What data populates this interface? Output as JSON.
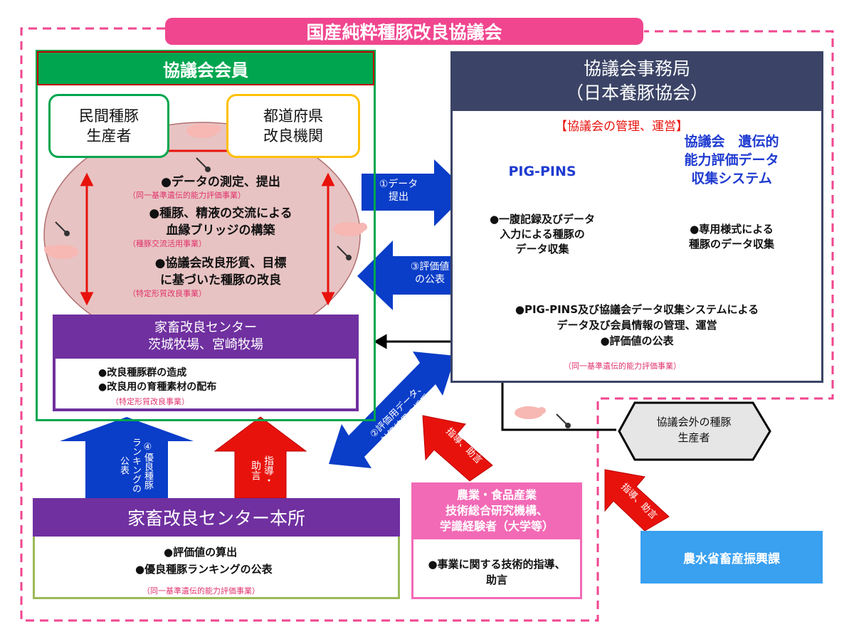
{
  "title": "国産純粋種豚改良協議会",
  "members": {
    "header": "協議会会員",
    "private_breeder": [
      "民間種豚",
      "生産者"
    ],
    "prefecture": [
      "都道府県",
      "改良機関"
    ],
    "activities": [
      {
        "text": "●データの測定、提出",
        "note": "（同一基準遺伝的能力評価事業）"
      },
      {
        "text": "●種豚、精液の交流による",
        "text2": "血縁ブリッジの構築",
        "note": "（種豚交流活用事業）"
      },
      {
        "text": "●協議会改良形質、目標",
        "text2": "に基づいた種豚の改良",
        "note": "（特定形質改良事業）"
      }
    ],
    "center": {
      "header": [
        "家畜改良センター",
        "茨城牧場、宮崎牧場"
      ],
      "items": [
        "●改良種豚群の造成",
        "●改良用の育種素材の配布"
      ],
      "note": "（特定形質改良事業）"
    }
  },
  "office": {
    "header": [
      "協議会事務局",
      "（日本養豚協会）"
    ],
    "subtitle": "【協議会の管理、運営】",
    "db1": {
      "title": "PIG-PINS",
      "desc": [
        "●一腹記録及びデータ",
        "入力による種豚の",
        "データ収集"
      ]
    },
    "db2": {
      "title": [
        "協議会　遺伝的",
        "能力評価データ",
        "収集システム"
      ],
      "desc": [
        "●専用様式による",
        "種豚のデータ収集"
      ]
    },
    "bottom": [
      "●PIG-PINS及び協議会データ収集システムによる",
      "データ及び会員情報の管理、運営",
      "●評価値の公表"
    ],
    "note": "（同一基準遺伝的能力評価事業）"
  },
  "arrows": {
    "a1": [
      "①データ",
      "提出"
    ],
    "a3": [
      "③評価値",
      "の公表"
    ],
    "a2": [
      "②評価用データ、",
      "計算結果の授受"
    ],
    "a4": [
      "④優良種豚",
      "ランキングの",
      "公表"
    ],
    "guide1": [
      "指導・",
      "助言"
    ],
    "guide2": "指導、助言",
    "guide3": "指導、助言"
  },
  "hq": {
    "header": "家畜改良センター本所",
    "items": [
      "●評価値の算出",
      "●優良種豚ランキングの公表"
    ],
    "note": "（同一基準遺伝的能力評価事業）"
  },
  "research": {
    "header": [
      "農業・食品産業",
      "技術総合研究機構、",
      "学識経験者（大学等）"
    ],
    "items": [
      "●事業に関する技術的指導、",
      "助言"
    ]
  },
  "outside": [
    "協議会外の種豚",
    "生産者"
  ],
  "ministry": "農水省畜産振興課",
  "colors": {
    "pink": "#f0468f",
    "green": "#00a64f",
    "navy": "#3b4466",
    "purple": "#7030a0",
    "blue_arrow": "#0a3dc8",
    "red_arrow": "#e8120c",
    "ministry": "#3aa0f0",
    "research": "#f26ab6"
  }
}
